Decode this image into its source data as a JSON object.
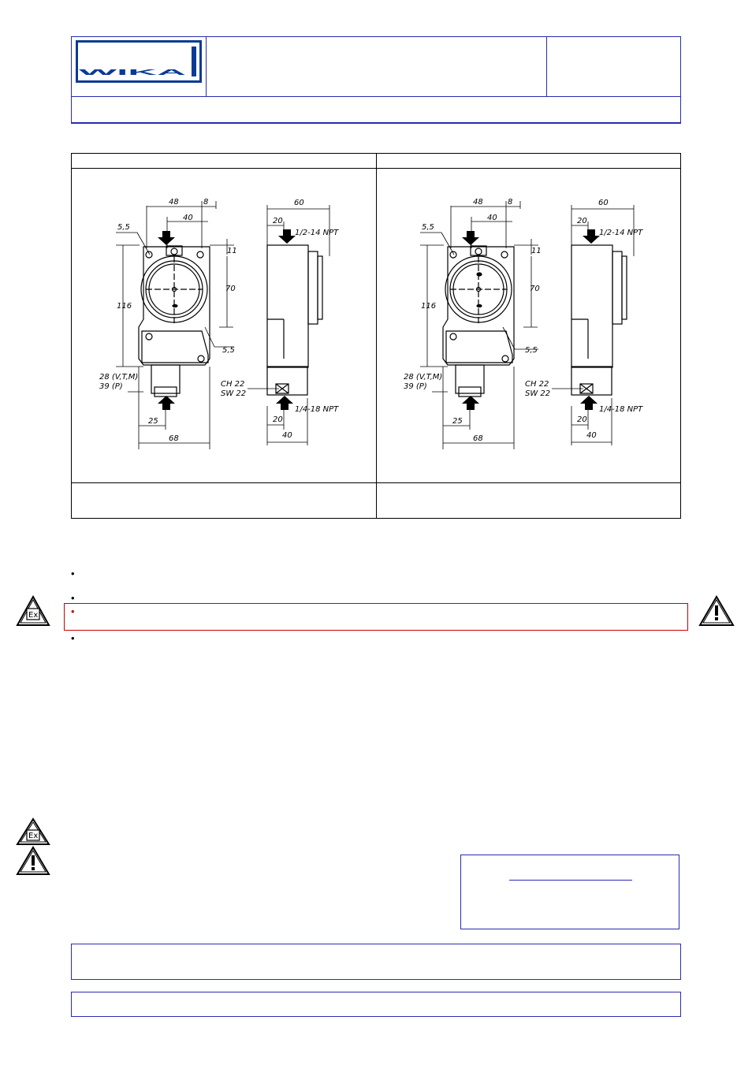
{
  "brand": {
    "logo_text": "WIKA",
    "logo_color": "#0a3a96"
  },
  "header": {
    "border_color": "#2b2bb0"
  },
  "drawing": {
    "dims": {
      "d48": "48",
      "d8": "8",
      "d40_top": "40",
      "d60": "60",
      "d20_top": "20",
      "d55_upper": "5,5",
      "d55_lower": "5,5",
      "d11": "11",
      "d70": "70",
      "d116": "116",
      "d28": "28 (V,T,M)",
      "d39": "39 (P)",
      "d25": "25",
      "d68": "68",
      "ch22": "CH 22",
      "sw22": "SW 22",
      "d20_bot": "20",
      "d40_bot": "40",
      "npt_top": "1/2-14 NPT",
      "npt_bot": "1/4-18 NPT"
    }
  },
  "notice": {
    "highlight_color": "#cc0000"
  }
}
